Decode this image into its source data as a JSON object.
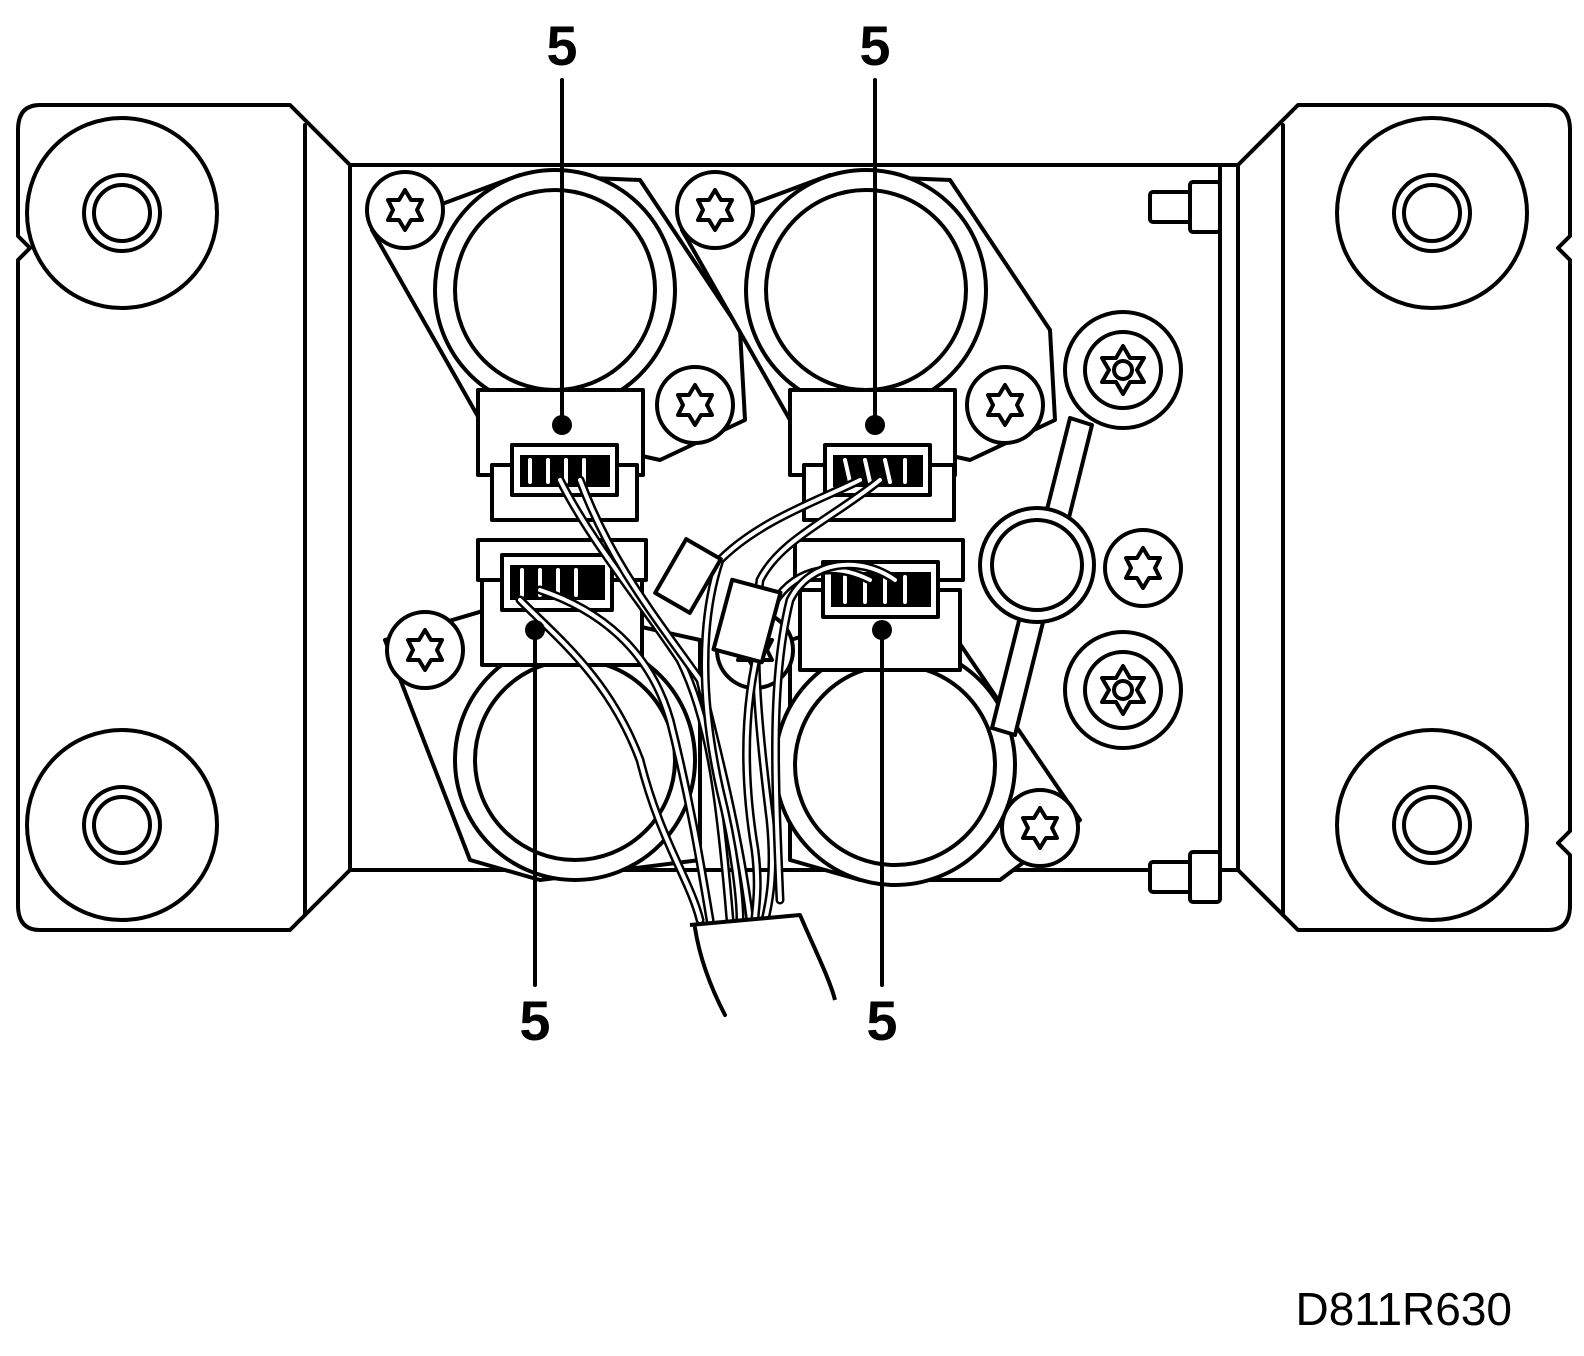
{
  "diagram": {
    "callouts": [
      {
        "id": "top-left",
        "label": "5"
      },
      {
        "id": "top-right",
        "label": "5"
      },
      {
        "id": "bottom-left",
        "label": "5"
      },
      {
        "id": "bottom-right",
        "label": "5"
      }
    ],
    "figure_id": "D811R630"
  }
}
